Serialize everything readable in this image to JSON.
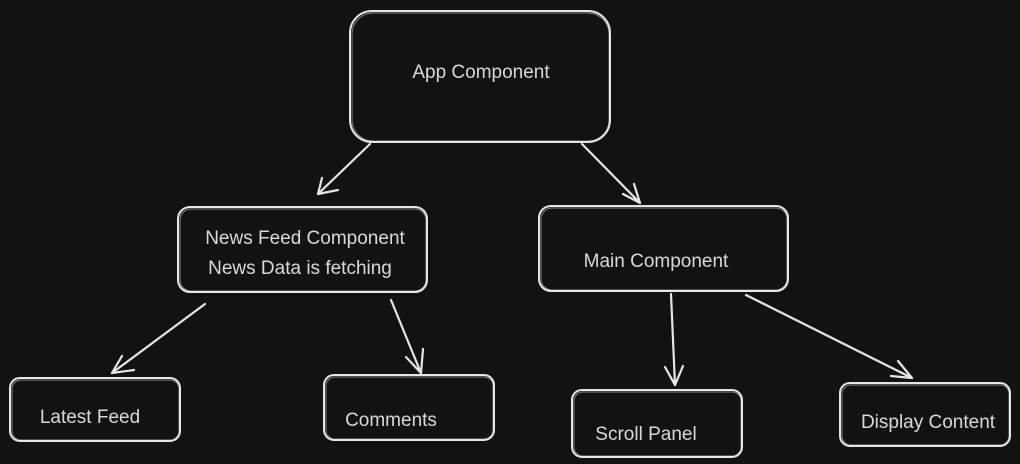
{
  "diagram": {
    "nodes": {
      "app": {
        "label": "App Component"
      },
      "news_feed": {
        "line1": "News Feed Component",
        "line2": "News Data is fetching"
      },
      "main": {
        "label": "Main Component"
      },
      "latest_feed": {
        "label": "Latest Feed"
      },
      "comments": {
        "label": "Comments"
      },
      "scroll_panel": {
        "label": "Scroll Panel"
      },
      "display_content": {
        "label": "Display Content"
      }
    },
    "edges": [
      {
        "from": "App Component",
        "to": "News Feed Component"
      },
      {
        "from": "App Component",
        "to": "Main Component"
      },
      {
        "from": "News Feed Component",
        "to": "Latest Feed"
      },
      {
        "from": "News Feed Component",
        "to": "Comments"
      },
      {
        "from": "Main Component",
        "to": "Scroll Panel"
      },
      {
        "from": "Main Component",
        "to": "Display Content"
      }
    ],
    "colors": {
      "background": "#121212",
      "stroke": "#e6e6e6",
      "text": "#d9d9d9"
    }
  }
}
